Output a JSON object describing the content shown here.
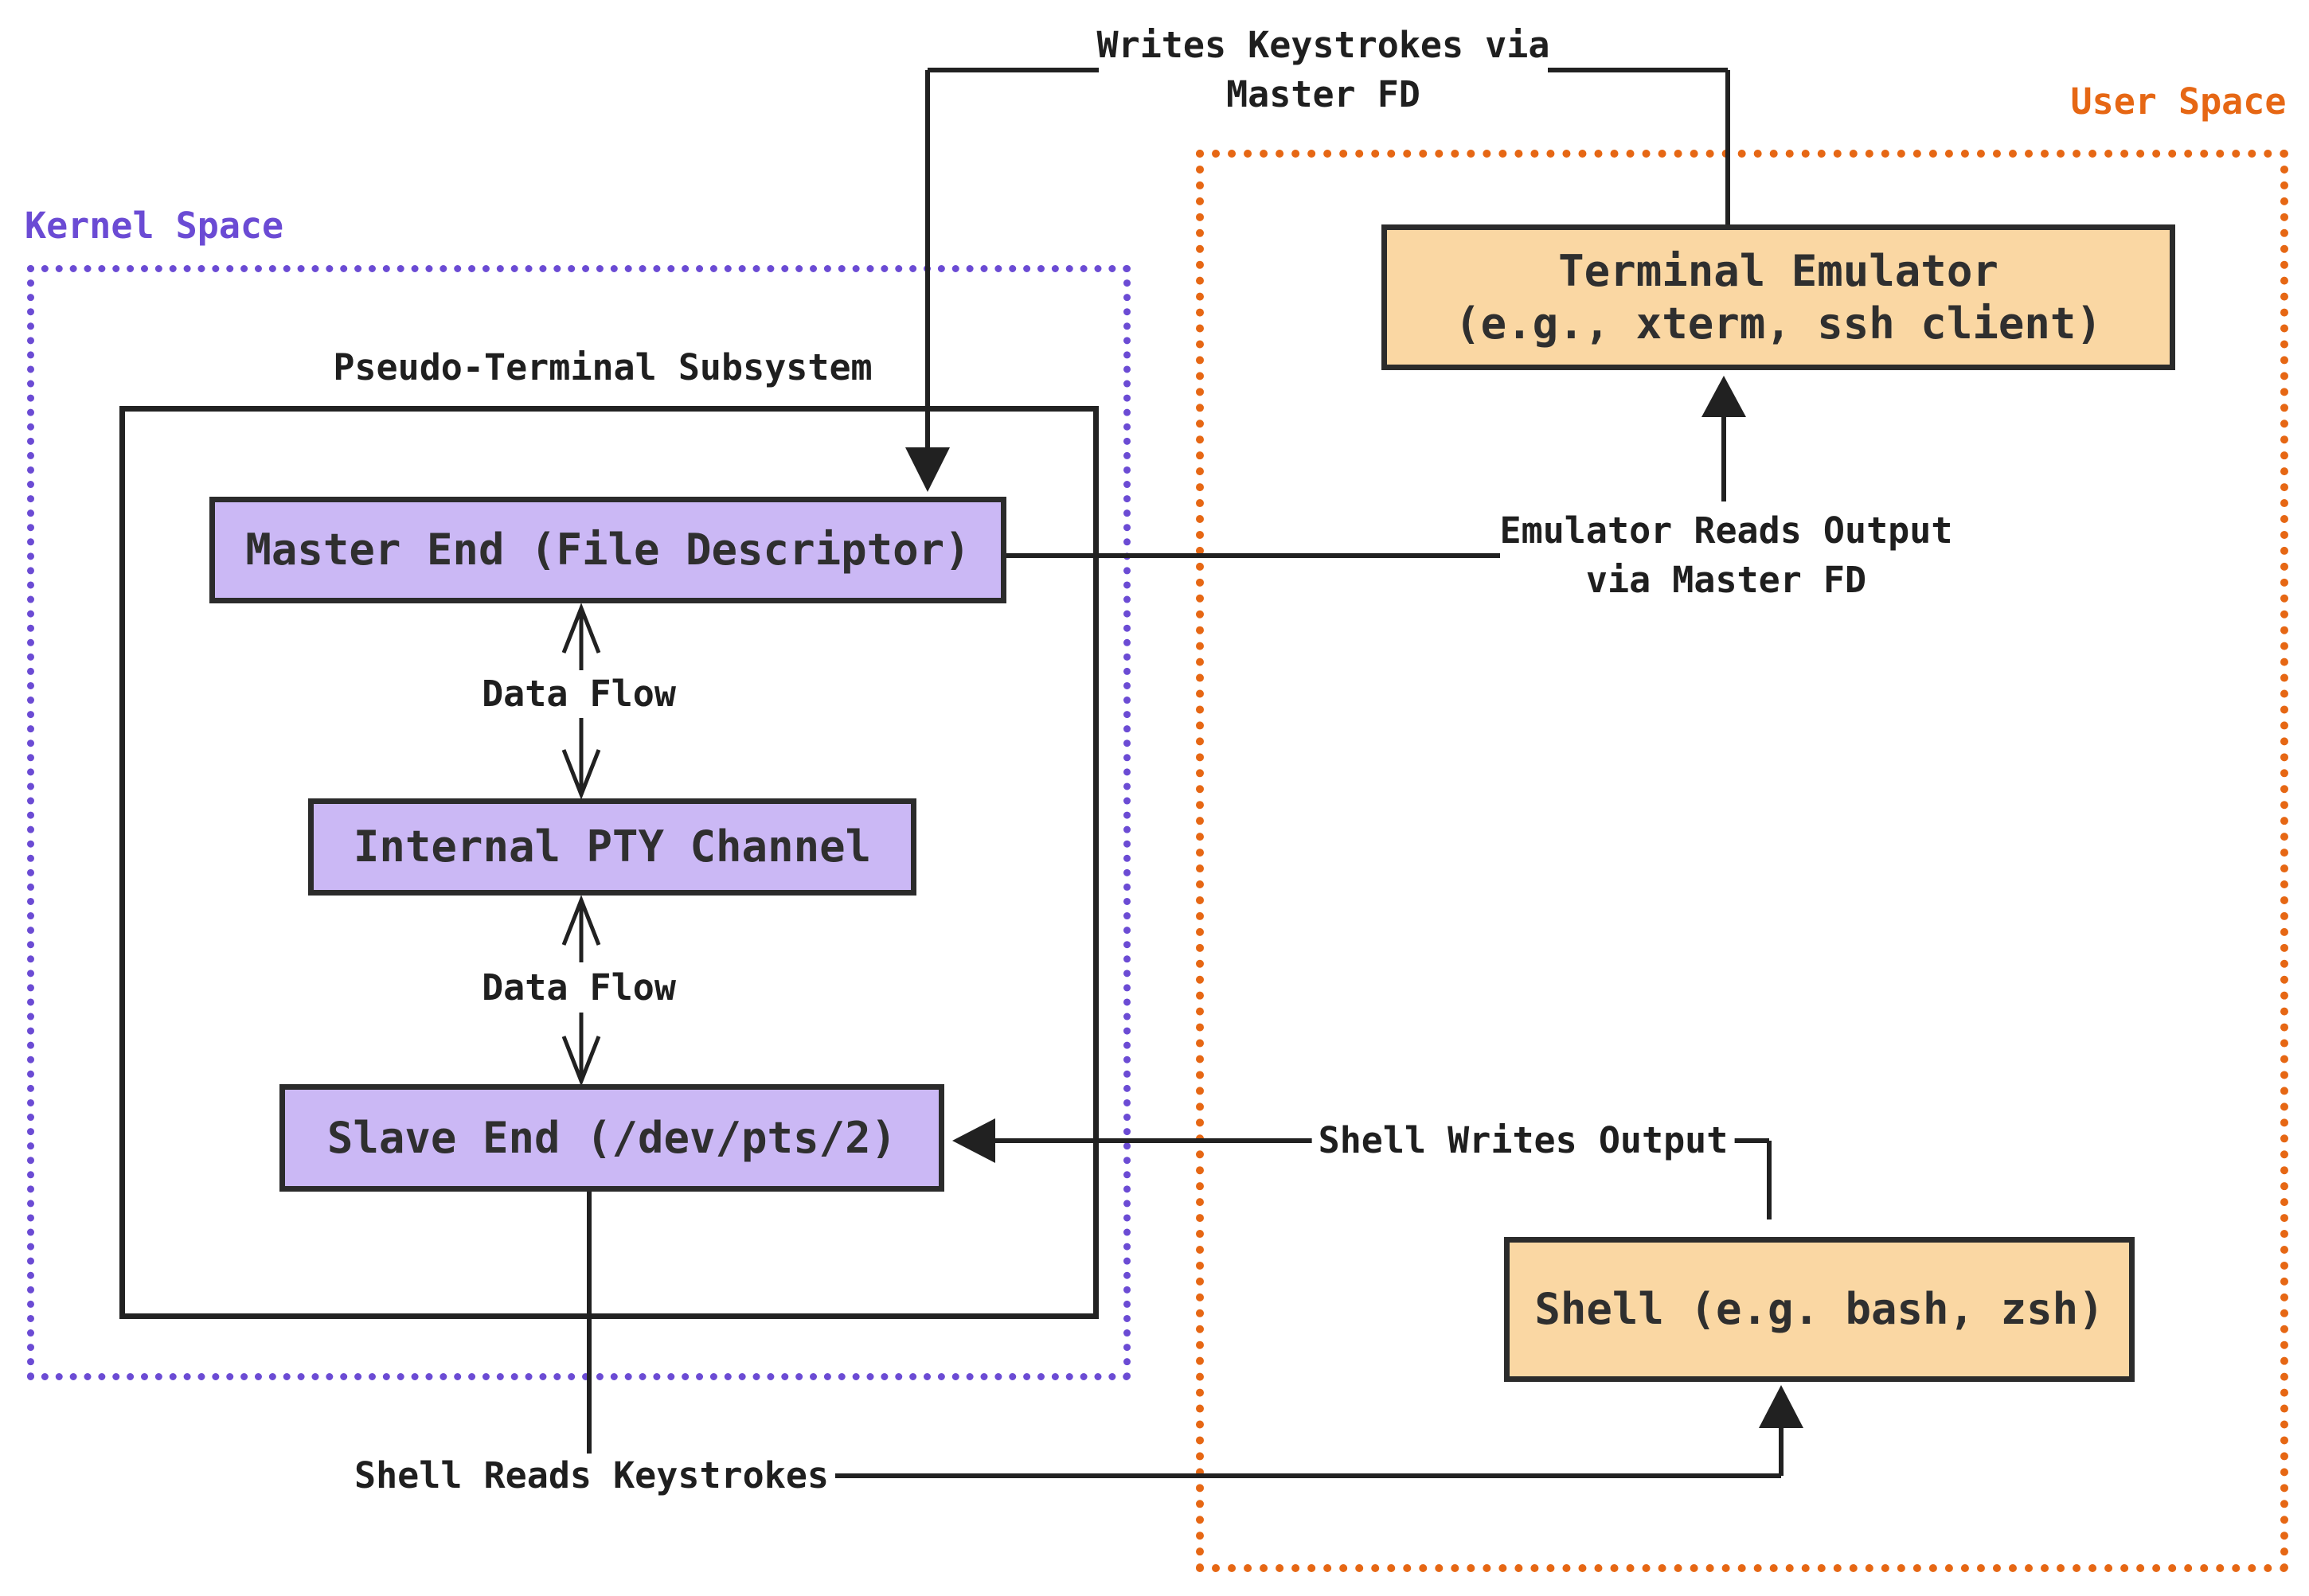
{
  "title": "Pseudo-terminal architecture diagram",
  "colors": {
    "line": "#212121",
    "box_border": "#2b2b2b",
    "text_dark": "#1f1f1f",
    "kernel_accent": "#6b4bd4",
    "user_accent": "#e66714",
    "purple_fill": "#cbb8f5",
    "orange_fill": "#fad7a3",
    "background": "#ffffff"
  },
  "regions": {
    "kernel": {
      "label": "Kernel Space"
    },
    "user": {
      "label": "User Space"
    }
  },
  "subsystem": {
    "label": "Pseudo-Terminal Subsystem"
  },
  "nodes": {
    "master": {
      "label": "Master End (File Descriptor)"
    },
    "pty_channel": {
      "label": "Internal PTY Channel"
    },
    "slave": {
      "label": "Slave End (/dev/pts/2)"
    },
    "terminal_emulator": {
      "line1": "Terminal Emulator",
      "line2": "(e.g., xterm, ssh client)"
    },
    "shell": {
      "label": "Shell (e.g. bash, zsh)"
    }
  },
  "edges": {
    "writes_keystrokes": {
      "line1": "Writes Keystrokes via",
      "line2": "Master FD"
    },
    "emulator_reads": {
      "line1": "Emulator Reads Output",
      "line2": "via Master FD"
    },
    "data_flow_top": {
      "label": "Data Flow"
    },
    "data_flow_bottom": {
      "label": "Data Flow"
    },
    "shell_writes": {
      "label": "Shell Writes Output"
    },
    "shell_reads": {
      "label": "Shell Reads Keystrokes"
    }
  }
}
